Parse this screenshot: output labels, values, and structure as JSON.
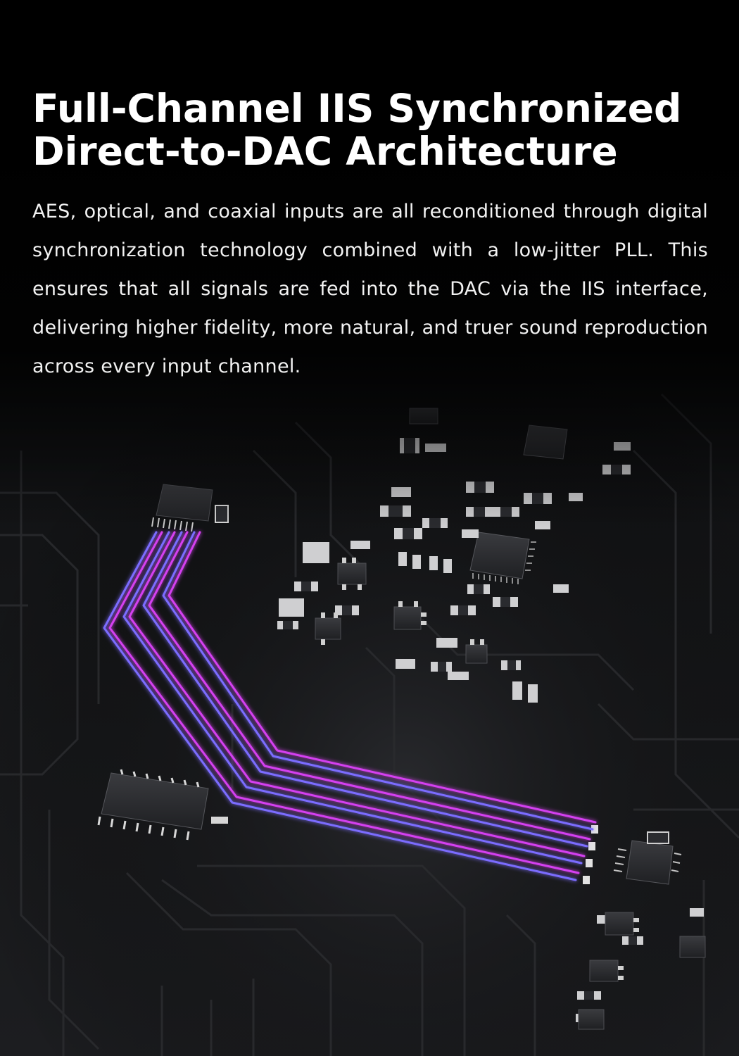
{
  "heading": {
    "line1": "Full-Channel IIS Synchronized",
    "line2": "Direct-to-DAC Architecture"
  },
  "body": {
    "text": "AES, optical, and coaxial inputs are all reconditioned through digital synchronization technology combined with a low-jitter PLL. This ensures that all signals are fed into the DAC via the IIS interface, delivering higher fidelity, more natural, and truer sound reproduction across every input channel."
  },
  "colors": {
    "background": "#000000",
    "trace_violet": "#7b6cff",
    "trace_magenta": "#d43ff0",
    "text": "#ffffff"
  }
}
